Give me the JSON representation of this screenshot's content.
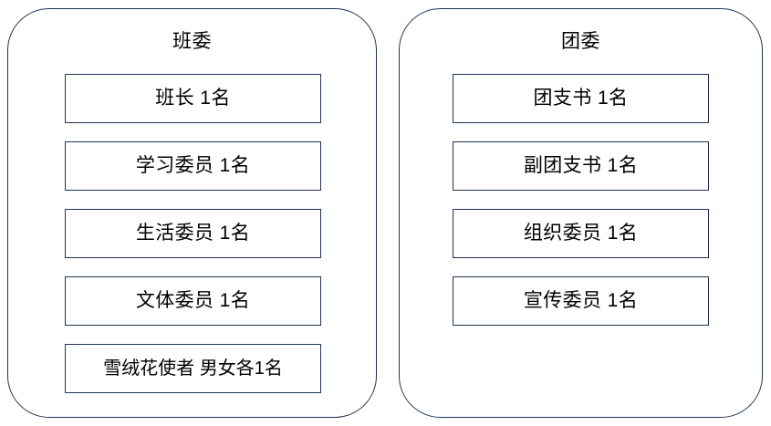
{
  "diagram": {
    "type": "org-structure",
    "accent_color": "#1F3357",
    "background_color": "#FFFFFF",
    "groups": [
      {
        "id": "class-committee",
        "title": "班委",
        "items": [
          {
            "label": "班长 1名"
          },
          {
            "label": "学习委员 1名"
          },
          {
            "label": "生活委员 1名"
          },
          {
            "label": "文体委员 1名"
          },
          {
            "label": "雪绒花使者 男女各1名"
          }
        ]
      },
      {
        "id": "youth-league-committee",
        "title": "团委",
        "items": [
          {
            "label": "团支书 1名"
          },
          {
            "label": "副团支书 1名"
          },
          {
            "label": "组织委员 1名"
          },
          {
            "label": "宣传委员 1名"
          }
        ]
      }
    ]
  }
}
